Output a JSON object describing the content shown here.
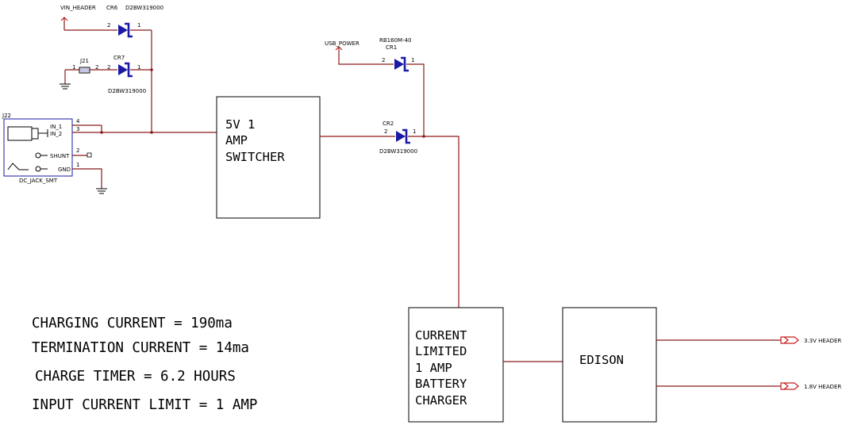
{
  "nets": {
    "vin_header": "VIN_HEADER",
    "usb_power": "USB_POWER",
    "hdr_3v3": "3.3V HEADER",
    "hdr_1v8": "1.8V HEADER"
  },
  "parts": {
    "cr6": {
      "ref": "CR6",
      "value": "D2BW319000",
      "pin_a": "2",
      "pin_k": "1"
    },
    "cr7": {
      "ref": "CR7",
      "value": "D2BW319000",
      "pin_a": "2",
      "pin_k": "1"
    },
    "j21": {
      "ref": "J21",
      "pin_1": "1",
      "pin_2": "2"
    },
    "cr1": {
      "ref": "CR1",
      "value": "RB160M-40",
      "pin_a": "2",
      "pin_k": "1"
    },
    "cr2": {
      "ref": "CR2",
      "value": "D2BW319000",
      "pin_a": "2",
      "pin_k": "1"
    },
    "j22": {
      "ref": "J22",
      "value": "DC_JACK_SMT",
      "pin_in1": "IN_1",
      "pin_in2": "IN_2",
      "pin_shunt": "SHUNT",
      "pin_gnd": "GND",
      "n4": "4",
      "n3": "3",
      "n2": "2",
      "n1": "1"
    }
  },
  "blocks": {
    "switcher": [
      "5V  1",
      "AMP",
      "SWITCHER"
    ],
    "charger": [
      "CURRENT",
      "LIMITED",
      "1 AMP",
      "BATTERY",
      "CHARGER"
    ],
    "edison": "EDISON"
  },
  "notes": [
    "CHARGING CURRENT = 190ma",
    "TERMINATION CURRENT = 14ma",
    "CHARGE TIMER = 6.2 HOURS",
    "INPUT CURRENT LIMIT = 1 AMP"
  ]
}
